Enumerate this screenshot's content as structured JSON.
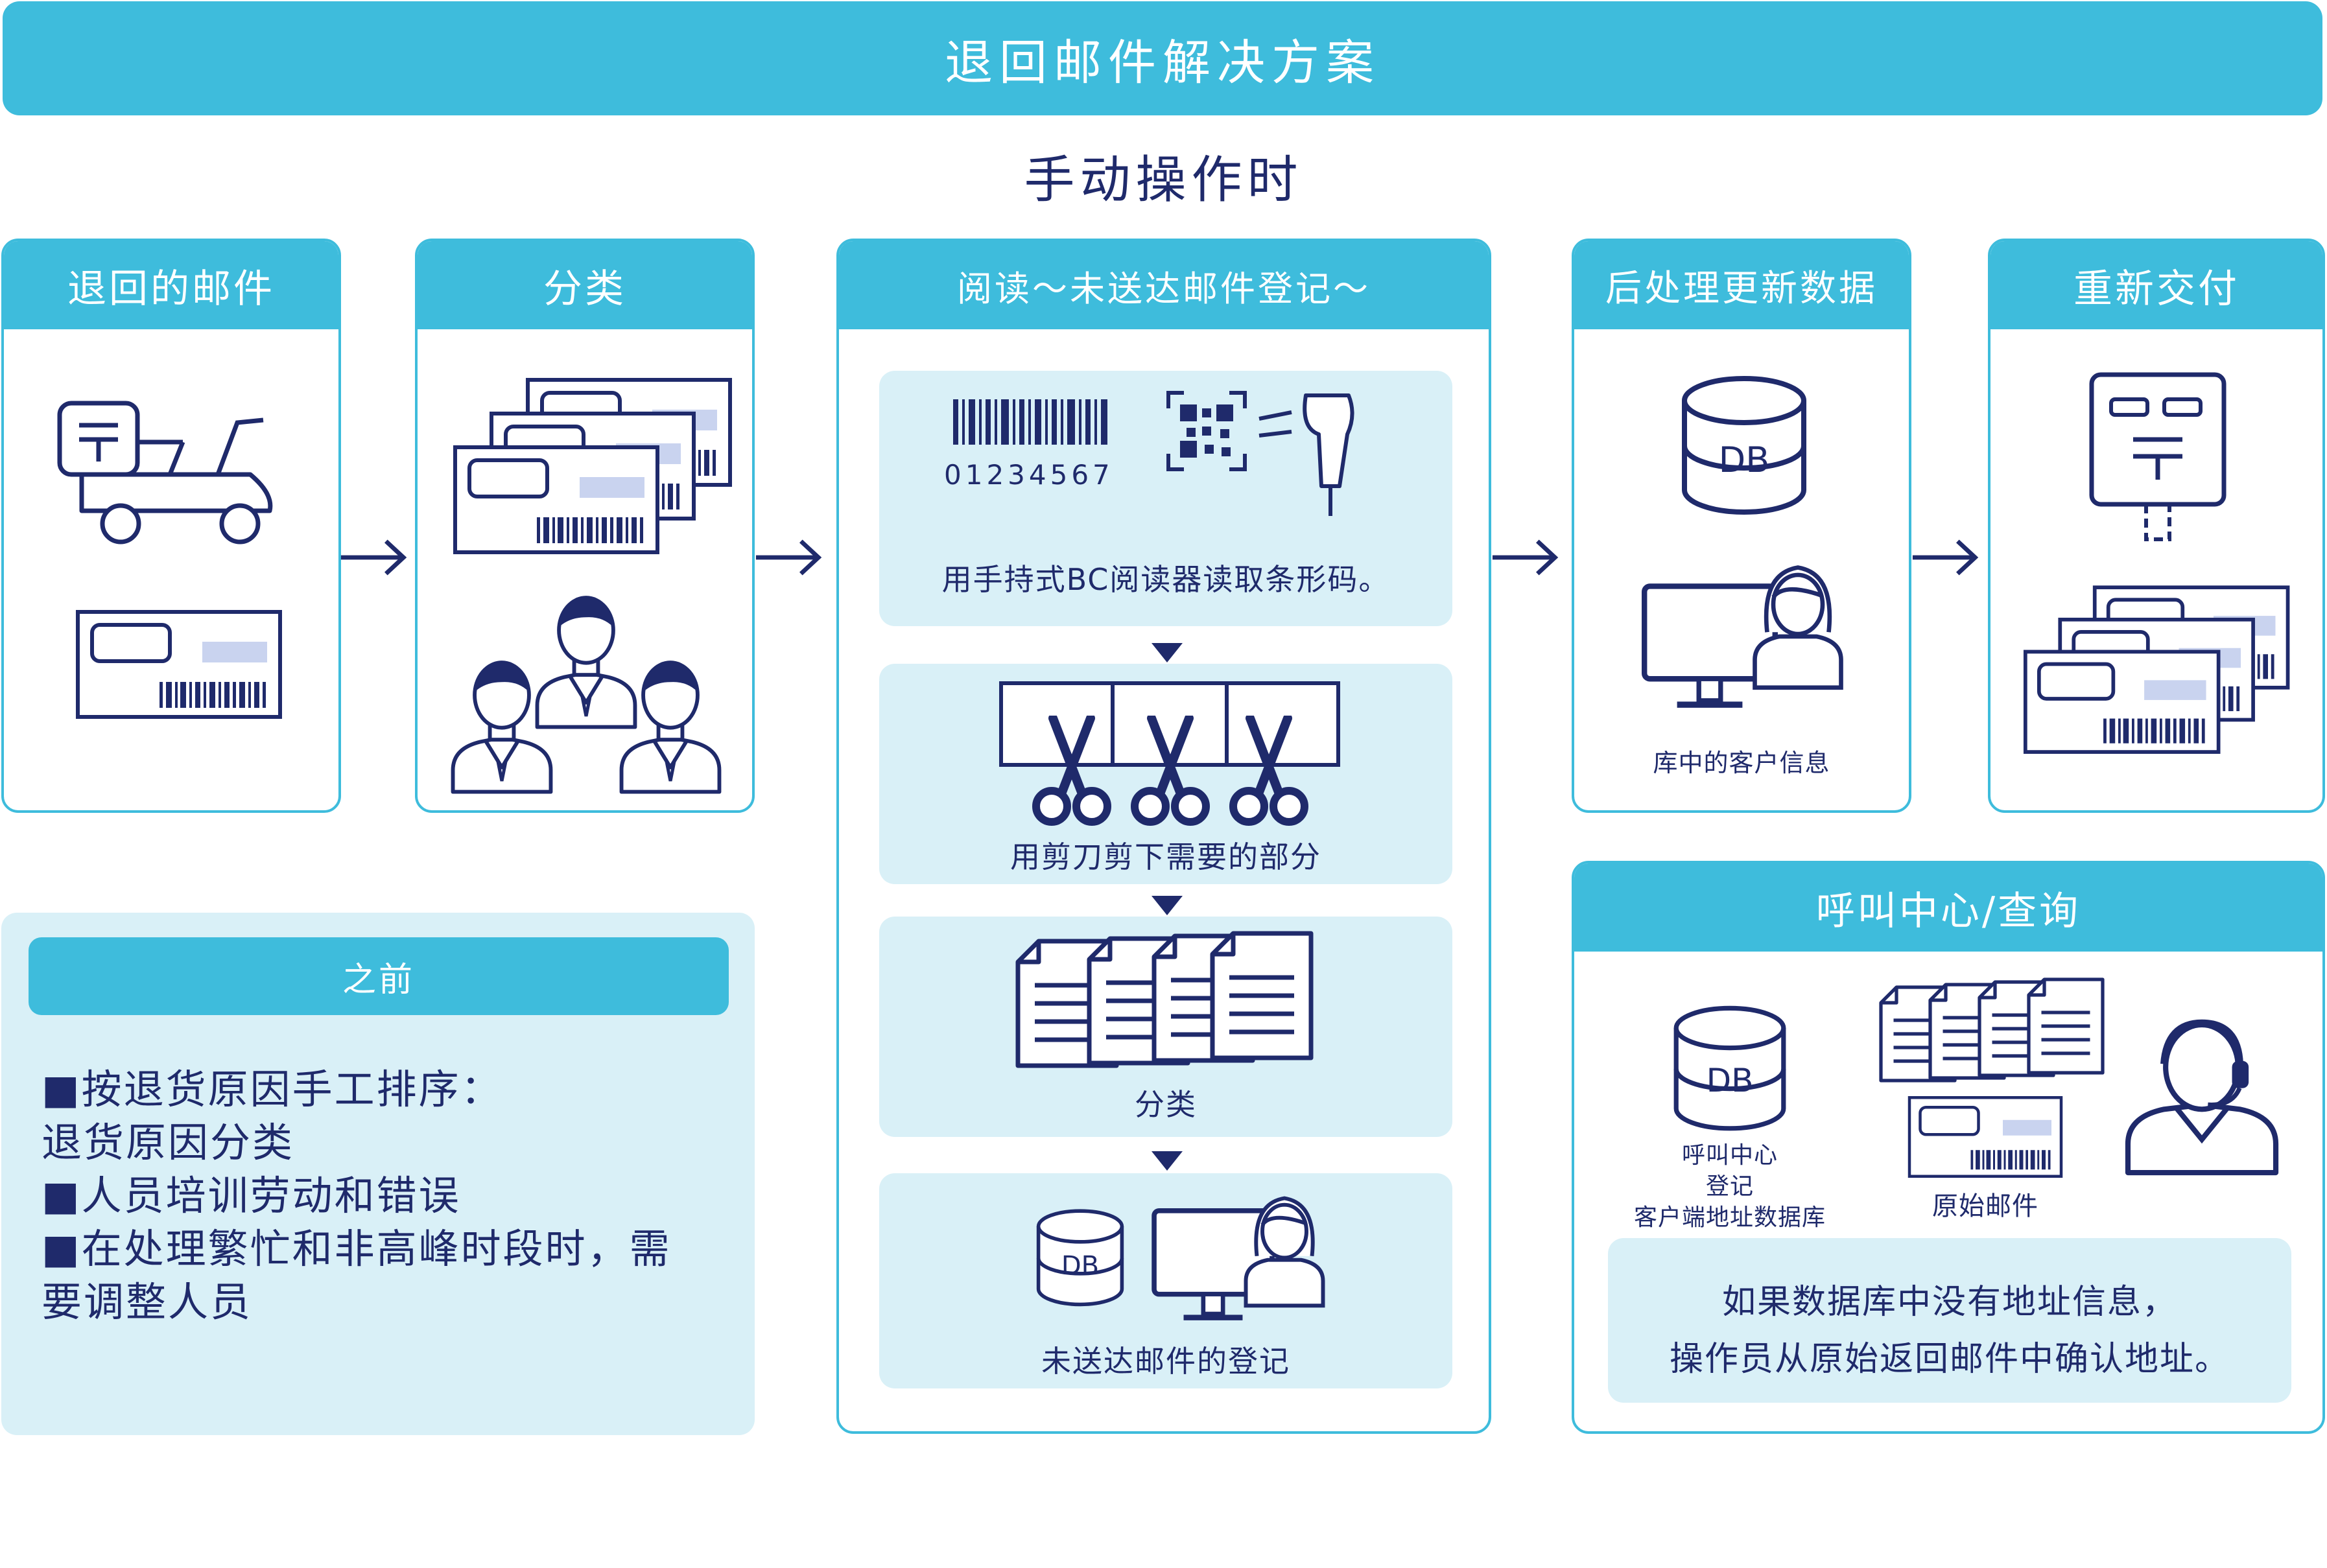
{
  "title": "退回邮件解决方案",
  "subtitle": "手动操作时",
  "steps": [
    {
      "title": "退回的邮件"
    },
    {
      "title": "分类"
    },
    {
      "title": "阅读～未送达邮件登记～",
      "substeps": [
        {
          "label": "用手持式BC阅读器读取条形码。",
          "barcode_number": "01234567"
        },
        {
          "label": "用剪刀剪下需要的部分"
        },
        {
          "label": "分类"
        },
        {
          "label": "未送达邮件的登记",
          "db_text": "DB"
        }
      ]
    },
    {
      "title": "后处理更新数据",
      "db_text": "DB",
      "caption": "库中的客户信息"
    },
    {
      "title": "重新交付"
    }
  ],
  "callcenter": {
    "title": "呼叫中心/查询",
    "db_text": "DB",
    "db_caption_lines": [
      "呼叫中心",
      "登记",
      "客户端地址数据库"
    ],
    "mail_caption": "原始邮件",
    "note_lines": [
      "如果数据库中没有地址信息，",
      "操作员从原始返回邮件中确认地址。"
    ]
  },
  "before": {
    "title": "之前",
    "lines": [
      "■按退货原因手工排序：",
      "退货原因分类",
      "■人员培训劳动和错误",
      "■在处理繁忙和非高峰时段时，需",
      "要调整人员"
    ]
  },
  "colors": {
    "accent": "#3ebcdc",
    "ink": "#1f2a6b",
    "panel": "#d9f0f7"
  }
}
